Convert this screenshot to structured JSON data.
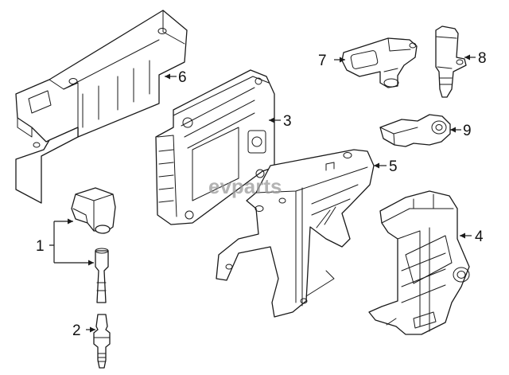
{
  "watermark": "evparts",
  "callouts": [
    {
      "id": "1",
      "label": "1"
    },
    {
      "id": "2",
      "label": "2"
    },
    {
      "id": "3",
      "label": "3"
    },
    {
      "id": "4",
      "label": "4"
    },
    {
      "id": "5",
      "label": "5"
    },
    {
      "id": "6",
      "label": "6"
    },
    {
      "id": "7",
      "label": "7"
    },
    {
      "id": "8",
      "label": "8"
    },
    {
      "id": "9",
      "label": "9"
    }
  ],
  "colors": {
    "line": "#1a1a1a",
    "background": "#ffffff",
    "watermark": "#9a9a9a"
  }
}
